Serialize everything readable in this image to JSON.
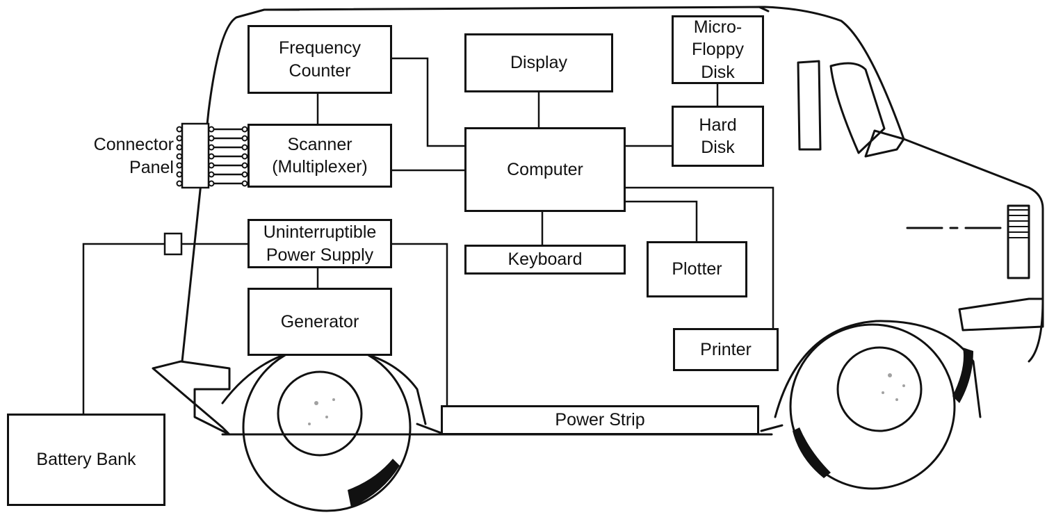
{
  "diagram": {
    "components": {
      "frequency_counter": "Frequency\nCounter",
      "display": "Display",
      "micro_floppy": "Micro-\nFloppy\nDisk",
      "hard_disk": "Hard\nDisk",
      "scanner": "Scanner\n(Multiplexer)",
      "computer": "Computer",
      "ups": "Uninterruptible\nPower Supply",
      "keyboard": "Keyboard",
      "plotter": "Plotter",
      "generator": "Generator",
      "printer": "Printer",
      "power_strip": "Power Strip",
      "battery_bank": "Battery Bank"
    },
    "connector_panel_label": "Connector\nPanel"
  }
}
